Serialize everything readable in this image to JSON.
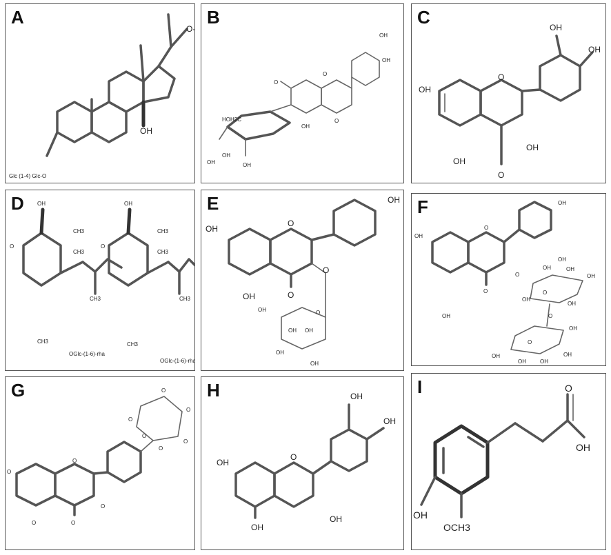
{
  "panels": [
    {
      "id": "A",
      "atoms": {
        "oglc": "O-Glc",
        "oh": "OH",
        "glcglc": "Glc (1-4) Glc-O"
      }
    },
    {
      "id": "B",
      "atoms": {
        "o1": "O",
        "o2": "O",
        "oh1": "OH",
        "oh2": "OH",
        "ohTop": "OH",
        "carbonyl": "O",
        "mope": "HOH2C",
        "glyA": "OH",
        "glyB": "OH",
        "glyC": "OH"
      }
    },
    {
      "id": "C",
      "atoms": {
        "oh3": "OH",
        "oh4": "OH",
        "oh7": "OH",
        "oh5": "OH",
        "oh3b": "OH",
        "ring_o": "O",
        "carbonyl": "O"
      }
    },
    {
      "id": "D",
      "atoms": {
        "oh1": "OH",
        "oh2": "OH",
        "ch3a": "CH3",
        "ch3b": "CH3",
        "ch3c": "CH3",
        "ch3d": "CH3",
        "ch3e": "CH3",
        "ch3f": "CH3",
        "ch3g": "CH3",
        "ch3h": "CH3",
        "o1": "O",
        "o2": "O",
        "sugar1": "OGlc-(1-6)-rha",
        "sugar2": "OGlc-(1-6)-rha"
      }
    },
    {
      "id": "E",
      "atoms": {
        "oh4p": "OH",
        "oh7": "OH",
        "oh5": "OH",
        "ring_o": "O",
        "carbonyl": "O",
        "o3": "O",
        "glyA": "OH",
        "glyB": "OH",
        "glyC": "OH",
        "glyD": "OH",
        "glyE": "OH",
        "glyO": "O"
      }
    },
    {
      "id": "F",
      "atoms": {
        "oh3p": "OH",
        "oh4p": "OH",
        "oh7": "OH",
        "oh5": "OH",
        "ring_o": "O",
        "carbonyl": "O",
        "o3": "O",
        "s1": "OH",
        "s2": "OH",
        "s3": "OH",
        "s4": "OH",
        "s5": "OH",
        "s6": "OH",
        "s7": "OH",
        "s8": "OH",
        "s9": "OH",
        "s10": "OH",
        "so1": "O",
        "so2": "O",
        "so3": "O"
      }
    },
    {
      "id": "G",
      "atoms": {
        "o7": "O",
        "o5": "O",
        "carbonyl": "O",
        "o3": "O",
        "ring_o": "O",
        "so1": "O",
        "so2": "O",
        "so3": "O",
        "so4": "O",
        "so5": "O",
        "so6": "O"
      }
    },
    {
      "id": "H",
      "atoms": {
        "oh3p": "OH",
        "oh4p": "OH",
        "oh7": "OH",
        "oh5": "OH",
        "oh3": "OH",
        "ring_o": "O"
      }
    },
    {
      "id": "I",
      "atoms": {
        "carbonyl": "O",
        "oh_acid": "OH",
        "oh_ring": "OH",
        "och3": "OCH3"
      }
    }
  ]
}
